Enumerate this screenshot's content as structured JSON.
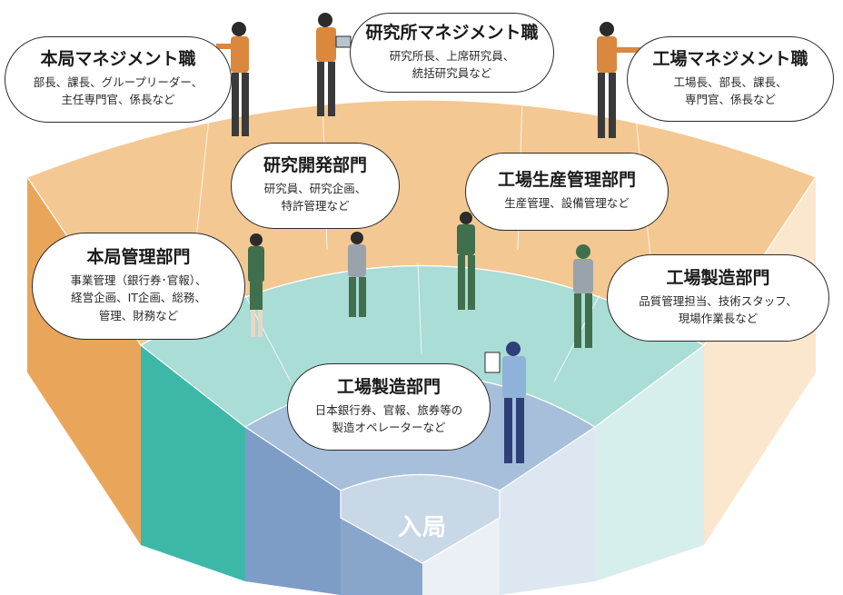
{
  "management": {
    "honkyoku": {
      "title": "本局マネジメント職",
      "lines": [
        "部長、課長、グループリーダー、",
        "主任専門官、係長など"
      ]
    },
    "kenkyusho": {
      "title": "研究所マネジメント職",
      "lines": [
        "研究所長、上席研究員、",
        "統括研究員など"
      ]
    },
    "kojo": {
      "title": "工場マネジメント職",
      "lines": [
        "工場長、部長、課長、",
        "専門官、係長など"
      ]
    }
  },
  "departments": {
    "kenkyu": {
      "title": "研究開発部門",
      "lines": [
        "研究員、研究企画、",
        "特許管理など"
      ]
    },
    "kojo_seisan": {
      "title": "工場生産管理部門",
      "lines": [
        "生産管理、設備管理など"
      ]
    },
    "honkyoku_kanri": {
      "title": "本局管理部門",
      "lines": [
        "事業管理（銀行券･官報）、",
        "経営企画、IT企画、総務、",
        "管理、財務など"
      ]
    },
    "kojo_seizo_upper": {
      "title": "工場製造部門",
      "lines": [
        "品質管理担当、技術スタッフ、",
        "現場作業長など"
      ]
    },
    "kojo_seizo_lower": {
      "title": "工場製造部門",
      "lines": [
        "日本銀行券、官報、旅券等の",
        "製造オペレーターなど"
      ]
    }
  },
  "entry": {
    "label": "入局"
  },
  "colors": {
    "outer_top": "#f4c892",
    "outer_left": "#e9a65a",
    "outer_right": "#fbe7cd",
    "mid_top": "#a9ddd6",
    "mid_left": "#3db8a8",
    "mid_right": "#d7efec",
    "inner_top": "#a7bfda",
    "inner_left": "#7d9dc6",
    "inner_right": "#dde7f1",
    "core_top": "#c9d8e7",
    "core_left": "#88a6cb",
    "core_right": "#eaf0f6",
    "shirt_orange": "#d9883e",
    "shirt_gray": "#9aa3ab",
    "pants_green": "#3f6f4d",
    "shirt_blue": "#8fb2d8",
    "pants_navy": "#2f3f78"
  }
}
